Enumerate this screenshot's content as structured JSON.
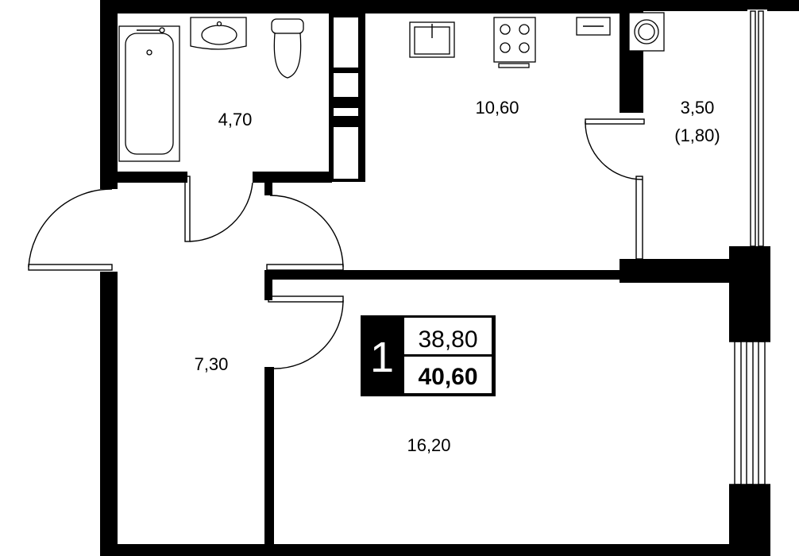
{
  "rooms": {
    "bathroom_area": "4,70",
    "kitchen_area": "10,60",
    "balcony_area": "3,50",
    "balcony_area_reduced": "(1,80)",
    "hallway_area": "7,30",
    "living_room_area": "16,20"
  },
  "badge": {
    "rooms_count": "1",
    "living_area": "38,80",
    "total_area": "40,60"
  },
  "colors": {
    "walls": "#000000",
    "background": "#ffffff",
    "badge_background": "#000000",
    "badge_text": "#ffffff"
  },
  "icons": [
    "bathtub-icon",
    "washbasin-icon",
    "toilet-icon",
    "kitchen-sink-icon",
    "stove-icon",
    "range-hood-icon",
    "washing-machine-icon"
  ]
}
